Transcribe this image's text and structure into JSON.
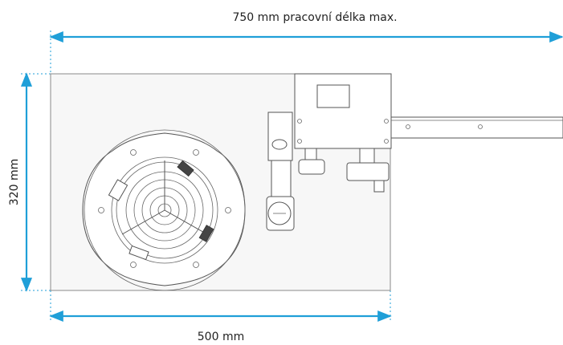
{
  "dimensions": {
    "max_length": "750 mm pracovní délka max.",
    "height": "320 mm",
    "width": "500 mm"
  },
  "colors": {
    "dimension_line": "#1f9fd8",
    "outline": "#555555"
  }
}
